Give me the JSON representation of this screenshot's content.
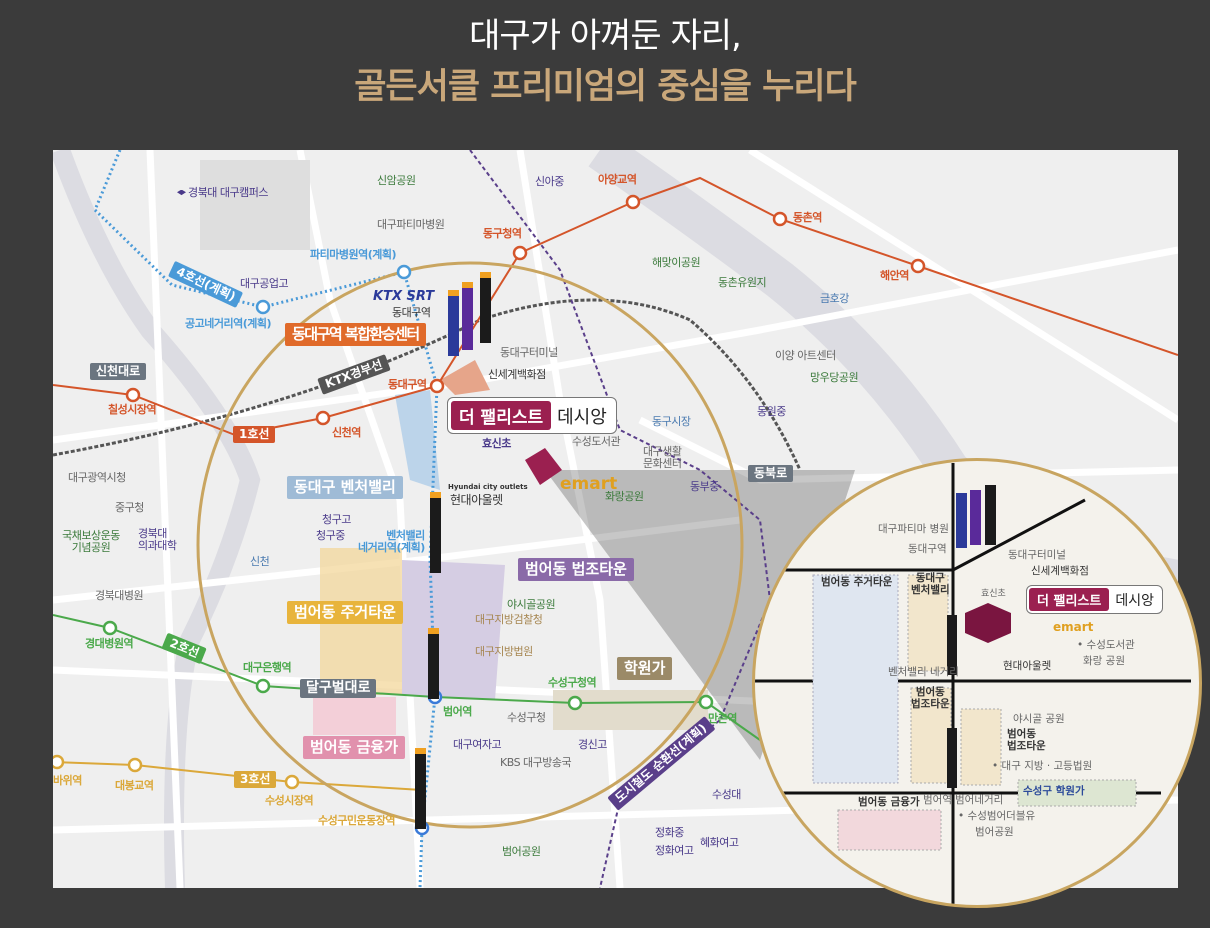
{
  "header": {
    "line1": "대구가 아껴둔 자리,",
    "line2": "골든서클 프리미엄의 중심을 누리다"
  },
  "colors": {
    "background": "#3b3b3b",
    "gold": "#c9a77a",
    "line1": "#d4552a",
    "line2": "#4ba94b",
    "line3": "#dba83a",
    "line4": "#4a9ad8",
    "brand": "#9b2050"
  },
  "lines": {
    "line1": "1호선",
    "line2": "2호선",
    "line3": "3호선",
    "line4": "4호선(계획)",
    "ktx": "KTX경부선",
    "circular": "도시철도 순환선(계획)"
  },
  "roads": {
    "sincheon": "신천대로",
    "dalgubeol": "달구벌대로",
    "dongbuk": "동북로"
  },
  "stations": {
    "line1": [
      "칠성시장역",
      "신천역",
      "동대구역",
      "동구청역",
      "아양교역",
      "동촌역",
      "해안역"
    ],
    "line2": [
      "경대병원역",
      "대구은행역",
      "범어역",
      "수성구청역",
      "만촌역"
    ],
    "line3": [
      "바위역",
      "대봉교역",
      "수성시장역",
      "수성구민운동장역"
    ],
    "line4": [
      "파티마병원역(계획)",
      "공고네거리역(계획)",
      "벤처밸리\n네거리역(계획)"
    ]
  },
  "ktx_logo": "KTX SRT",
  "ktx_station": "동대구역",
  "schools": [
    "경북대 대구캠퍼스",
    "대구공업고",
    "신아중",
    "효신초",
    "동부중",
    "동원중",
    "청구고",
    "청구중",
    "경북대 의과대학",
    "대구여자고",
    "경신고",
    "정화중",
    "정화여고",
    "혜화여고",
    "수성대"
  ],
  "parks": [
    "신암공원",
    "해맞이공원",
    "동촌유원지",
    "망우당공원",
    "국채보상운동 기념공원",
    "화랑공원",
    "야시골공원",
    "범어공원"
  ],
  "pois": [
    "대구파티마병원",
    "동대구터미널",
    "신세계백화점",
    "이양 아트센터",
    "수성도서관",
    "대구생활 문화센터",
    "대구광역시청",
    "중구청",
    "경북대병원",
    "KBS 대구방송국",
    "수성구청",
    "동구시장",
    "대구지방검찰청",
    "대구지방법원"
  ],
  "rivers": [
    "신천",
    "금호강"
  ],
  "zones": {
    "transfer": "동대구역 복합환승센터",
    "venture": "동대구 벤처밸리",
    "residential": "범어동 주거타운",
    "legal": "범어동 법조타운",
    "finance": "범어동 금융가",
    "academy": "학원가"
  },
  "project": {
    "brand": "더 팰리스트",
    "name": "데시앙"
  },
  "emart": "emart",
  "outlet": {
    "en": "Hyundai city outlets",
    "ko": "현대아울렛"
  },
  "inset": {
    "hospital": "대구파티마 병원",
    "station": "동대구역",
    "terminal": "동대구터미널",
    "dept": "신세계백화점",
    "school": "효신초",
    "residential": "범어동 주거타운",
    "venture": "동대구\n벤처밸리",
    "library": "• 수성도서관",
    "park1": "화랑 공원",
    "outlet": "현대아울렛",
    "venture_cross": "벤처밸리 네거리",
    "legal_zone": "범어동\n법조타운",
    "park2": "야시골 공원",
    "legal": "범어동\n법조타운",
    "court": "• 대구 지방 · 고등법원",
    "academy": "수성구 학원가",
    "finance": "범어동 금융가",
    "beomeo_st": "범어역",
    "beomeo_cross": "범어네거리",
    "w": "• 수성범어더블유",
    "park3": "범어공원"
  }
}
